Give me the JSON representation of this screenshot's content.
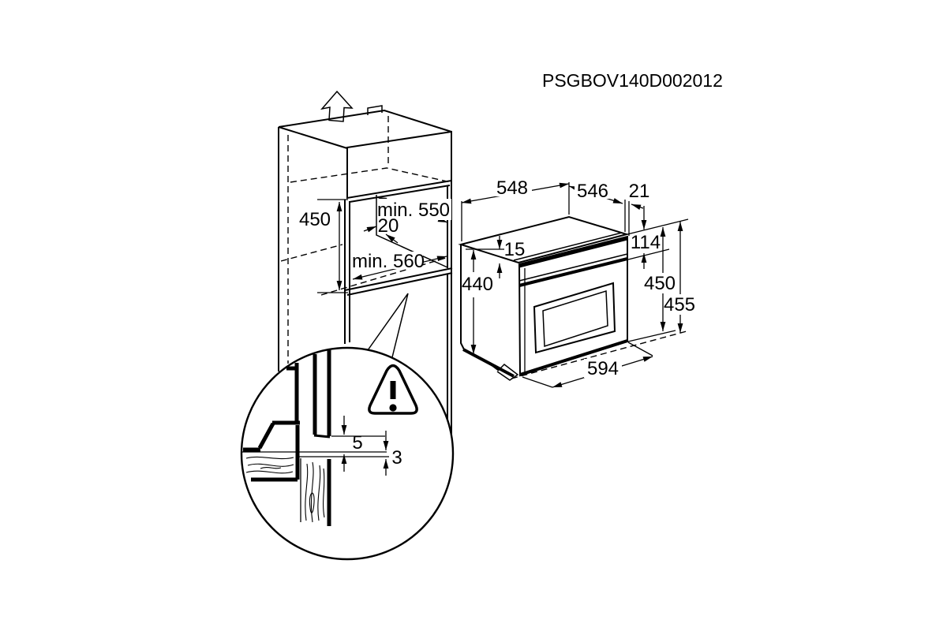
{
  "part_number": "PSGBOV140D002012",
  "cabinet_dims": {
    "niche_height": "450",
    "niche_depth": "min. 550",
    "rear_gap": "20",
    "niche_width": "min. 560"
  },
  "oven_dims": {
    "body_depth": "548",
    "body_width": "546",
    "frame_offset": "21",
    "top_gap": "15",
    "body_height": "440",
    "control_panel_height": "114",
    "front_height": "450",
    "total_height": "455",
    "front_width": "594"
  },
  "detail_dims": {
    "upper_gap": "5",
    "lower_gap": "3"
  },
  "colors": {
    "line": "#000000",
    "background": "#ffffff"
  }
}
